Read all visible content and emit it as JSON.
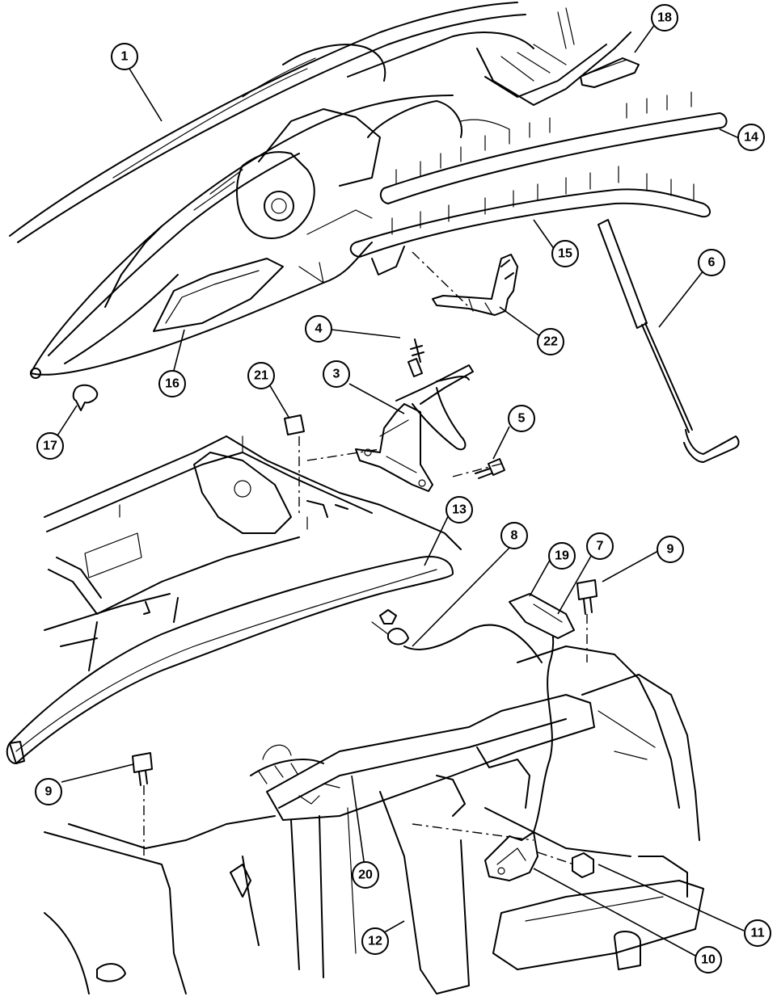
{
  "callouts": [
    {
      "id": "c1",
      "label": "1"
    },
    {
      "id": "c3",
      "label": "3"
    },
    {
      "id": "c4",
      "label": "4"
    },
    {
      "id": "c5",
      "label": "5"
    },
    {
      "id": "c6",
      "label": "6"
    },
    {
      "id": "c7",
      "label": "7"
    },
    {
      "id": "c8",
      "label": "8"
    },
    {
      "id": "c9a",
      "label": "9"
    },
    {
      "id": "c9b",
      "label": "9"
    },
    {
      "id": "c10",
      "label": "10"
    },
    {
      "id": "c11",
      "label": "11"
    },
    {
      "id": "c12",
      "label": "12"
    },
    {
      "id": "c13",
      "label": "13"
    },
    {
      "id": "c14",
      "label": "14"
    },
    {
      "id": "c15",
      "label": "15"
    },
    {
      "id": "c16",
      "label": "16"
    },
    {
      "id": "c17",
      "label": "17"
    },
    {
      "id": "c18",
      "label": "18"
    },
    {
      "id": "c19",
      "label": "19"
    },
    {
      "id": "c20",
      "label": "20"
    },
    {
      "id": "c21",
      "label": "21"
    },
    {
      "id": "c22",
      "label": "22"
    }
  ]
}
